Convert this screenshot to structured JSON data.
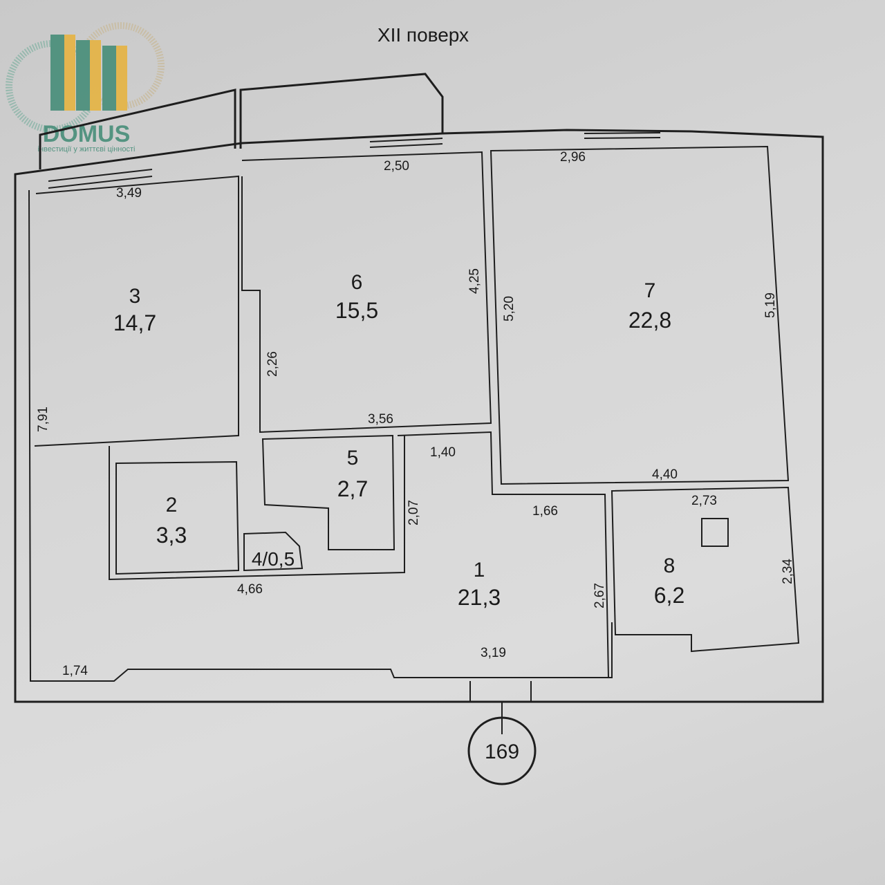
{
  "title": "XII поверх",
  "logo": {
    "name": "DOMUS",
    "tagline": "інвестиції у життєві цінності",
    "colors": {
      "green": "#3f8a74",
      "yellow": "#e8b23a"
    }
  },
  "rooms": [
    {
      "number": "1",
      "area": "21,3"
    },
    {
      "number": "2",
      "area": "3,3"
    },
    {
      "number": "3",
      "area": "14,7"
    },
    {
      "number": "4/0,5",
      "area": ""
    },
    {
      "number": "5",
      "area": "2,7"
    },
    {
      "number": "6",
      "area": "15,5"
    },
    {
      "number": "7",
      "area": "22,8"
    },
    {
      "number": "8",
      "area": "6,2"
    }
  ],
  "dimensions": [
    "3,49",
    "2,50",
    "2,96",
    "4,25",
    "5,20",
    "5,19",
    "2,26",
    "7,91",
    "3,56",
    "1,40",
    "2,07",
    "4,40",
    "1,66",
    "2,73",
    "2,34",
    "2,67",
    "4,66",
    "1,74",
    "3,19"
  ],
  "apartment_number": "169"
}
